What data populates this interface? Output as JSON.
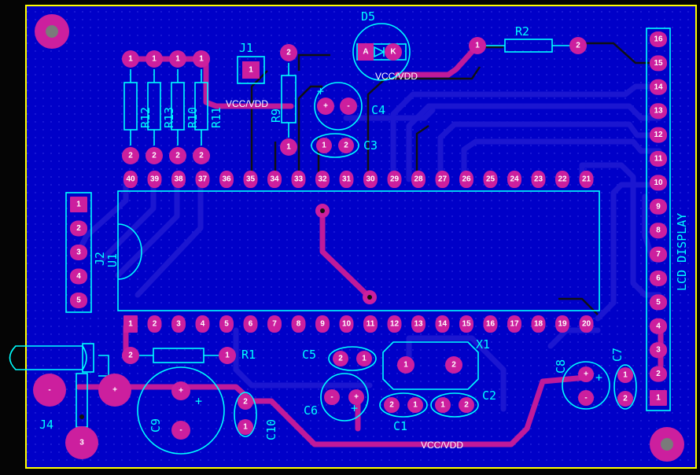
{
  "board": {
    "background": "#0000c8",
    "outline_color": "#ffff00",
    "silk_color": "#00ffff",
    "pad_color": "#cc1f9e",
    "track_top_color": "#c01a9a",
    "track_bottom_color": "#1b16d0"
  },
  "labels": {
    "d5": "D5",
    "d5_anode": "A",
    "d5_cathode": "K",
    "vcc_d5": "VCC/VDD",
    "r2": "R2",
    "j1": "J1",
    "vcc_top": "VCC/VDD",
    "r9": "R9",
    "c4": "C4",
    "c3": "C3",
    "r12": "R12",
    "r13": "R13",
    "r10": "R10",
    "r11": "R11",
    "j2": "J2",
    "u1": "U1",
    "r1": "R1",
    "c5": "C5",
    "x1": "X1",
    "c8": "C8",
    "c7": "C7",
    "c6": "C6",
    "c2": "C2",
    "c1": "C1",
    "c9": "C9",
    "c10": "C10",
    "j4": "J4",
    "vcc_bottom": "VCC/VDD",
    "lcd": "LCD DISPLAY",
    "j4_minus": "-",
    "j4_plus": "+",
    "j4_pin3": "3",
    "c4_plus": "+",
    "c4_minus": "-"
  },
  "ic_top_pins": [
    "40",
    "39",
    "38",
    "37",
    "36",
    "35",
    "34",
    "33",
    "32",
    "31",
    "30",
    "29",
    "28",
    "27",
    "26",
    "25",
    "24",
    "23",
    "22",
    "21"
  ],
  "ic_bottom_pins": [
    "1",
    "2",
    "3",
    "4",
    "5",
    "6",
    "7",
    "8",
    "9",
    "10",
    "11",
    "12",
    "13",
    "14",
    "15",
    "16",
    "17",
    "18",
    "19",
    "20"
  ],
  "lcd_pins": [
    "16",
    "15",
    "14",
    "13",
    "12",
    "11",
    "10",
    "9",
    "8",
    "7",
    "6",
    "5",
    "4",
    "3",
    "2",
    "1"
  ],
  "j2_pins": [
    "1",
    "2",
    "3",
    "4",
    "5"
  ],
  "pad_labels": {
    "one": "1",
    "two": "2",
    "plus": "+",
    "minus": "-"
  }
}
